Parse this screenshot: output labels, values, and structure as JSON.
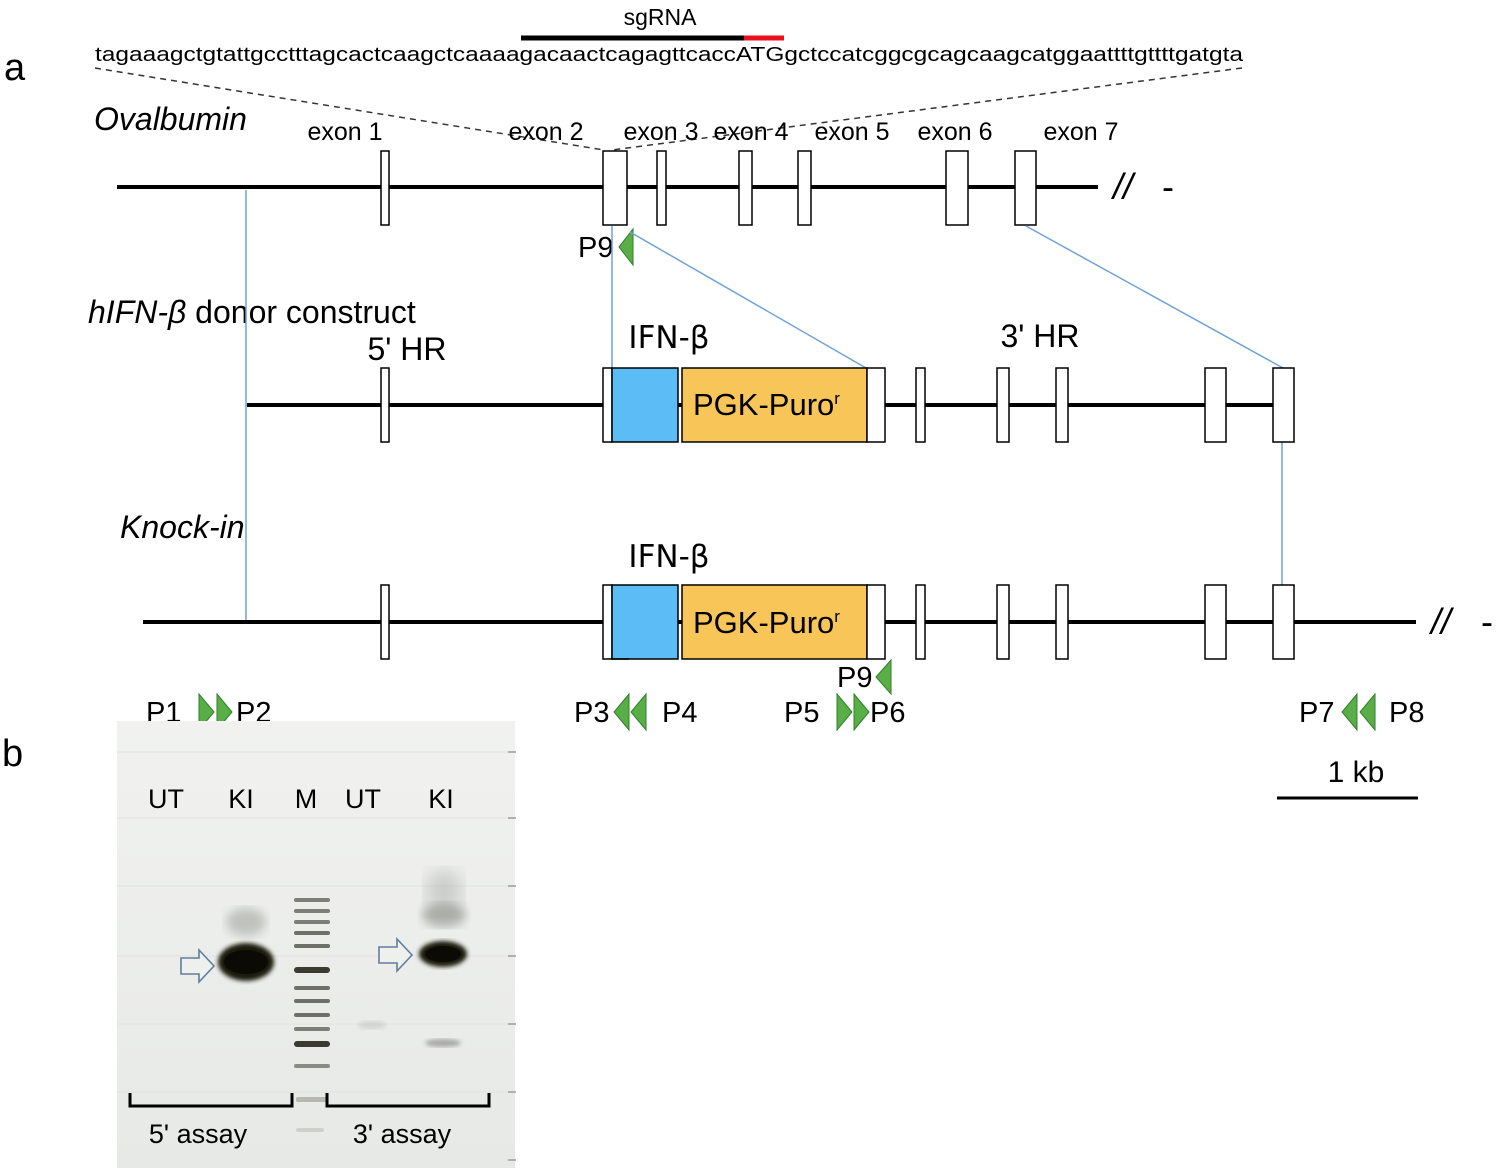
{
  "panel_a": {
    "label": "a",
    "sgrna_label": "sgRNA",
    "sequence": {
      "pre": "tagaaagctgtattgcctttagcactcaagctcaaaagacaactcagagttcacc",
      "atg": "ATG",
      "post": "gctccatcggcgcagcaagcatggaattttgttttgatgta"
    },
    "tracks": {
      "ovalbumin": "Ovalbumin",
      "donor_gene": "hIFN-β",
      "donor_rest": " donor construct",
      "knockin": "Knock-in"
    },
    "exons": [
      "exon 1",
      "exon 2",
      "exon 3",
      "exon 4",
      "exon 5",
      "exon 6",
      "exon 7"
    ],
    "break_symbol": "//",
    "dash": "-",
    "hr5": "5' HR",
    "hr3": "3' HR",
    "ifn_label": "IFN-β",
    "pgk_label": "PGK-Puro",
    "pgk_sup": "r",
    "primers": {
      "p1": "P1",
      "p2": "P2",
      "p3": "P3",
      "p4": "P4",
      "p5": "P5",
      "p6": "P6",
      "p7": "P7",
      "p8": "P8",
      "p9": "P9"
    },
    "scale_label": "1 kb"
  },
  "panel_b": {
    "label": "b",
    "lanes": [
      "UT",
      "KI",
      "M",
      "UT",
      "KI"
    ],
    "assays": [
      "5' assay",
      "3' assay"
    ]
  },
  "colors": {
    "ifn": "#5bbcf6",
    "pgk": "#f8c559",
    "primer": "#5aae48",
    "guide": "#6fa3d6",
    "pam": "#e8101c"
  }
}
